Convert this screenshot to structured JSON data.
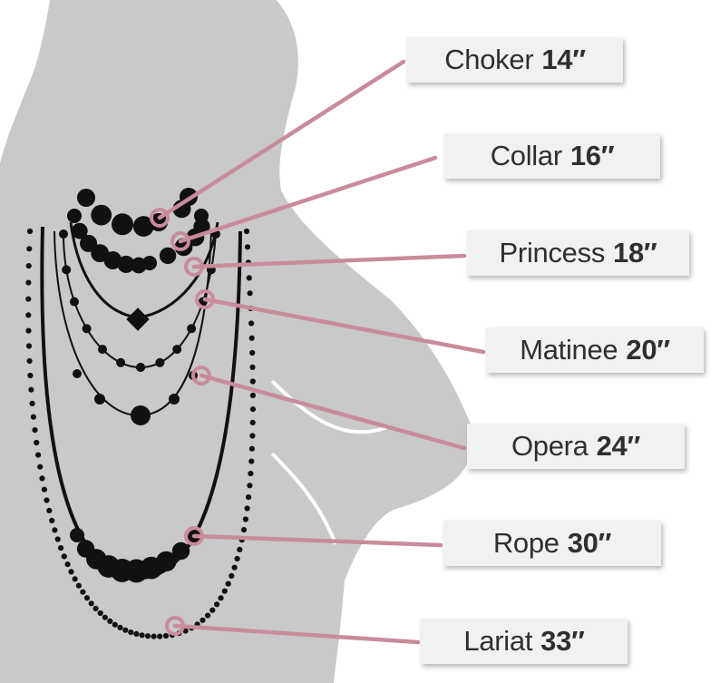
{
  "colors": {
    "silhouette": "#c9c9c9",
    "necklace": "#111111",
    "accent": "#c98b9a",
    "label_bg": "#f1f1f1",
    "label_text": "#2f2f2f"
  },
  "labels": [
    {
      "name": "Choker",
      "length": "14″"
    },
    {
      "name": "Collar",
      "length": "16″"
    },
    {
      "name": "Princess",
      "length": "18″"
    },
    {
      "name": "Matinee",
      "length": "20″"
    },
    {
      "name": "Opera",
      "length": "24″"
    },
    {
      "name": "Rope",
      "length": "30″"
    },
    {
      "name": "Lariat",
      "length": "33″"
    }
  ]
}
